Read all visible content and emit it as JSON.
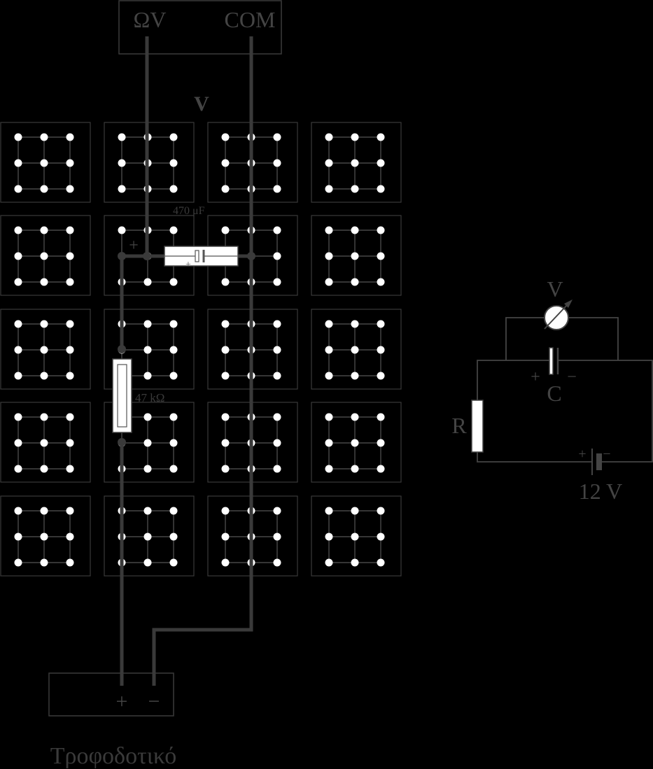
{
  "meter": {
    "terminal_ohm_volt": "ΩV",
    "terminal_com": "COM",
    "label": "V"
  },
  "breadboard": {
    "capacitor_value": "470 μF",
    "capacitor_plus": "+",
    "capacitor_inner_plus": "+",
    "resistor_value": "47 kΩ"
  },
  "power_supply": {
    "plus": "+",
    "minus": "−",
    "label": "Τροφοδοτικό"
  },
  "schematic": {
    "voltmeter_label": "V",
    "capacitor_label": "C",
    "capacitor_plus": "+",
    "capacitor_minus": "−",
    "resistor_label": "R",
    "battery_plus": "+",
    "battery_minus": "−",
    "battery_voltage": "12 V"
  },
  "colors": {
    "background": "#000000",
    "hole": "#ffffff",
    "wire": "#3a3a3a",
    "outline": "#3a3a3a",
    "component_fill": "#ffffff",
    "text_dim": "#3a3a3a",
    "text_bright": "#555555"
  }
}
